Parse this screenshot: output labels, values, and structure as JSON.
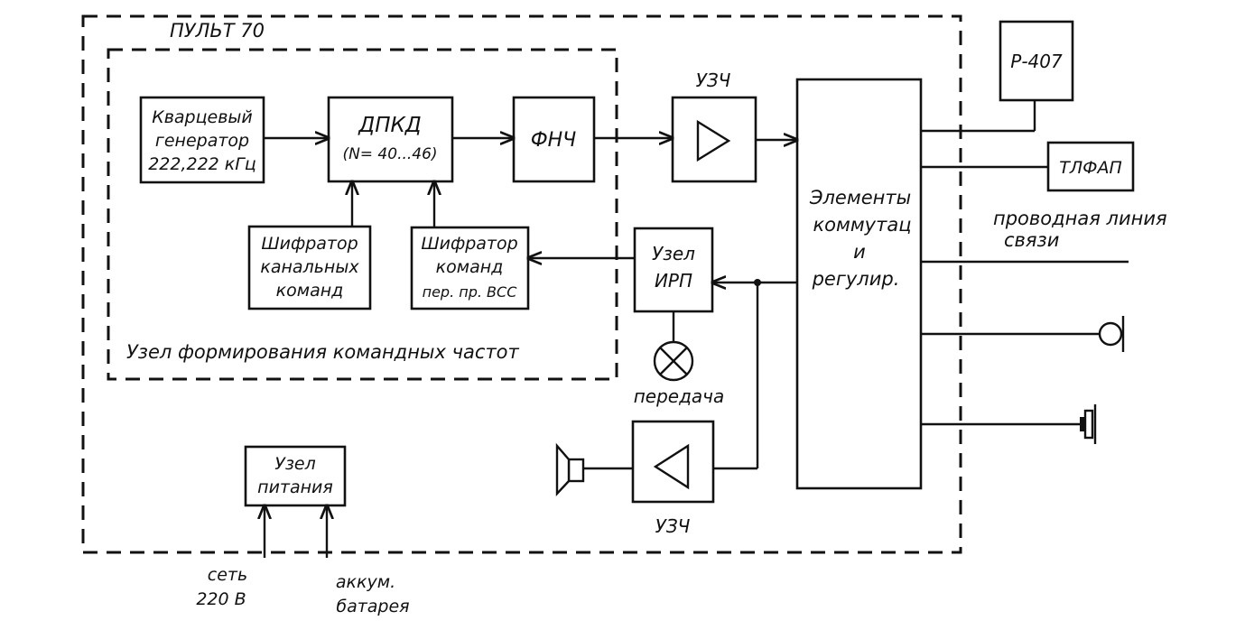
{
  "pult_label": "ПУЛЬТ 70",
  "formation_node_label": "Узел формирования командных частот",
  "quartz": {
    "l1": "Кварцевый",
    "l2": "генератор",
    "l3": "222,222 кГц"
  },
  "dpkd": {
    "l1": "ДПКД",
    "l2": "(N= 40...46)"
  },
  "fnch": "ФНЧ",
  "uzch_top": "УЗЧ",
  "uzch_bottom": "УЗЧ",
  "enc_channel": {
    "l1": "Шифратор",
    "l2": "канальных",
    "l3": "команд"
  },
  "enc_cmd": {
    "l1": "Шифратор",
    "l2": "команд",
    "l3": "пер. пр. ВСС"
  },
  "irp": {
    "l1": "Узел",
    "l2": "ИРП"
  },
  "lamp_label": "передача",
  "elements": {
    "l1": "Элементы",
    "l2": "коммутац",
    "l3": "и",
    "l4": "регулир."
  },
  "r407": "Р-407",
  "tlfap": "ТЛФАП",
  "line": {
    "l1": "проводная линия",
    "l2": "связи"
  },
  "power": {
    "l1": "Узел",
    "l2": "питания"
  },
  "mains": {
    "l1": "сеть",
    "l2": "220 В"
  },
  "battery": {
    "l1": "аккум.",
    "l2": "батарея"
  }
}
